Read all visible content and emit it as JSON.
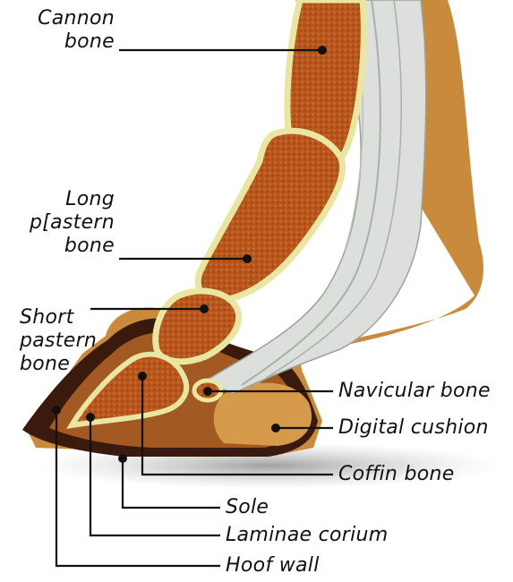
{
  "labels": {
    "cannon_line1": "Cannon",
    "cannon_line2": "bone",
    "long_line1": "Long",
    "long_line2": "p[astern",
    "long_line3": "bone",
    "short_line1": "Short",
    "short_line2": "pastern",
    "short_line3": "bone",
    "navicular": "Navicular bone",
    "digital_cushion": "Digital cushion",
    "coffin": "Coffin bone",
    "sole": "Sole",
    "laminae": "Laminae corium",
    "hoof_wall": "Hoof wall"
  },
  "colors": {
    "bone_marrow": "#b8561c",
    "bone_outline": "#e8e6a0",
    "tendon": "#dcdfdc",
    "skin_tan": "#c98a3c",
    "hoof_dark": "#3a1a0c",
    "leader_line": "#111111"
  }
}
